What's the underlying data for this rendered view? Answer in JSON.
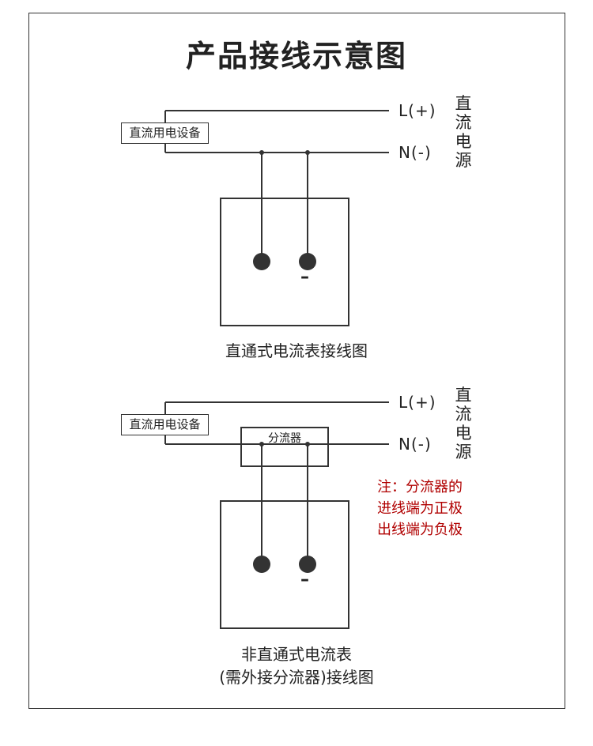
{
  "title": "产品接线示意图",
  "colors": {
    "line": "#333333",
    "note": "#b00000",
    "text": "#222222"
  },
  "diagram1": {
    "device_label": "直流用电设备",
    "l_label": "L(+)",
    "n_label": "N(-)",
    "source_label": "直流电源",
    "minus_mark": "–",
    "caption": "直通式电流表接线图"
  },
  "diagram2": {
    "device_label": "直流用电设备",
    "shunt_label": "分流器",
    "l_label": "L(+)",
    "n_label": "N(-)",
    "source_label": "直流电源",
    "minus_mark": "–",
    "caption_line1": "非直通式电流表",
    "caption_line2": "(需外接分流器)接线图",
    "note_line1": "注：分流器的",
    "note_line2": "进线端为正极",
    "note_line3": "出线端为负极"
  }
}
